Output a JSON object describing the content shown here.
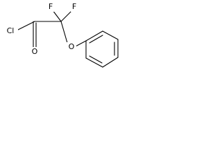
{
  "molecule": {
    "atoms": {
      "chlorine": "Cl",
      "fluorine_left": "F",
      "fluorine_right": "F",
      "oxygen_carbonyl": "O",
      "oxygen_ether": "O"
    }
  }
}
